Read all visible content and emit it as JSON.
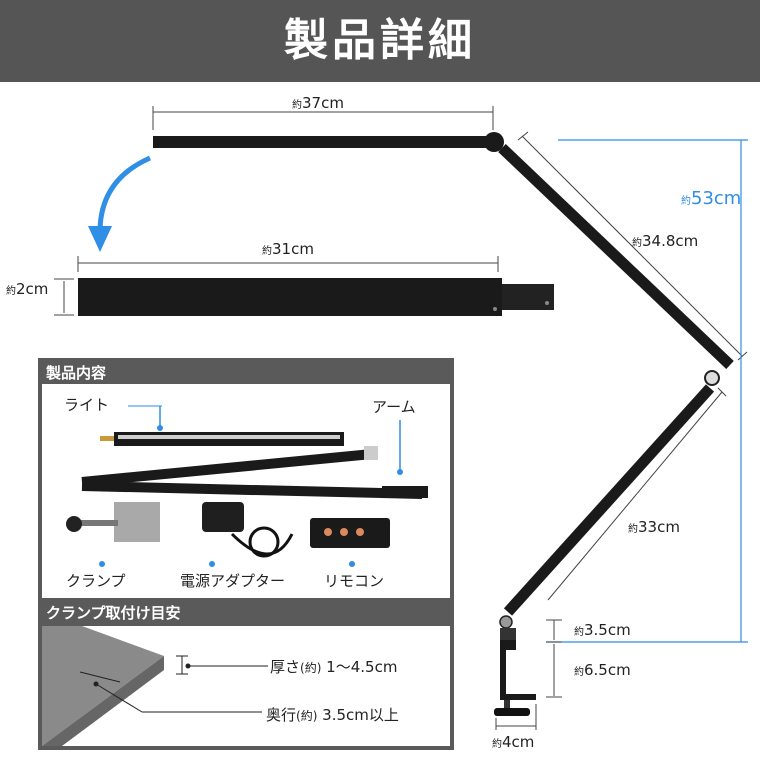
{
  "header": {
    "title": "製品詳細"
  },
  "dimensions": {
    "top_width": {
      "prefix": "約",
      "value": "37cm"
    },
    "light_width": {
      "prefix": "約",
      "value": "31cm"
    },
    "light_height": {
      "prefix": "約",
      "value": "2cm"
    },
    "upper_arm": {
      "prefix": "約",
      "value": "34.8cm"
    },
    "total_height": {
      "prefix": "約",
      "value": "53cm"
    },
    "lower_arm": {
      "prefix": "約",
      "value": "33cm"
    },
    "clamp_top": {
      "prefix": "約",
      "value": "3.5cm"
    },
    "clamp_height": {
      "prefix": "約",
      "value": "6.5cm"
    },
    "clamp_width": {
      "prefix": "約",
      "value": "4cm"
    }
  },
  "contents_panel": {
    "title": "製品内容",
    "items": {
      "light": "ライト",
      "arm": "アーム",
      "clamp": "クランプ",
      "adapter": "電源アダプター",
      "remote": "リモコン"
    }
  },
  "clamp_panel": {
    "title": "クランプ取付け目安",
    "thickness": {
      "label": "厚さ",
      "prefix": "(約)",
      "value": "1〜4.5cm"
    },
    "depth": {
      "label": "奥行",
      "prefix": "(約)",
      "value": "3.5cm以上"
    }
  },
  "colors": {
    "accent_blue": "#2f8ee5",
    "header_bg": "#555555",
    "lamp": "#1a1a1a"
  }
}
